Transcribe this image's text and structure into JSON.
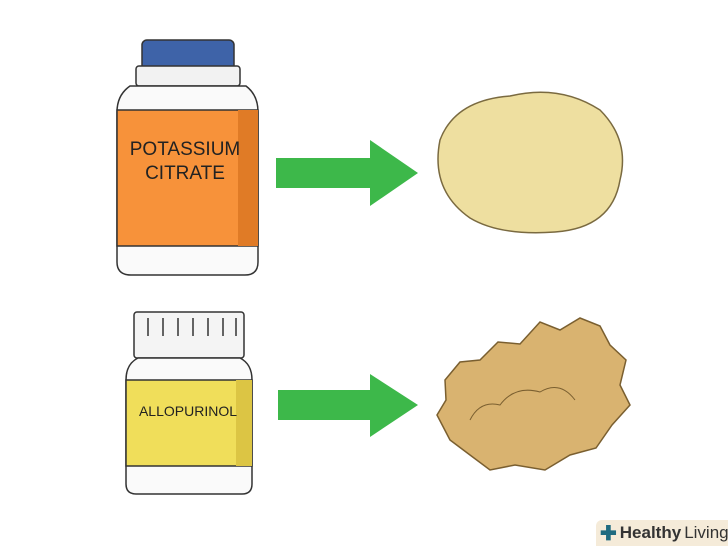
{
  "bottle1": {
    "label_line1": "POTASSIUM",
    "label_line2": "CITRATE"
  },
  "bottle2": {
    "label": "ALLOPURINOL"
  },
  "watermark": {
    "bold": "Healthy",
    "regular": "Living"
  },
  "colors": {
    "arrow": "#3db84a",
    "orange_label": "#f7923a",
    "yellow_label": "#f0de5a",
    "cap_blue": "#3e63a8",
    "stone1": "#eedfa0",
    "stone2": "#d9b370"
  }
}
